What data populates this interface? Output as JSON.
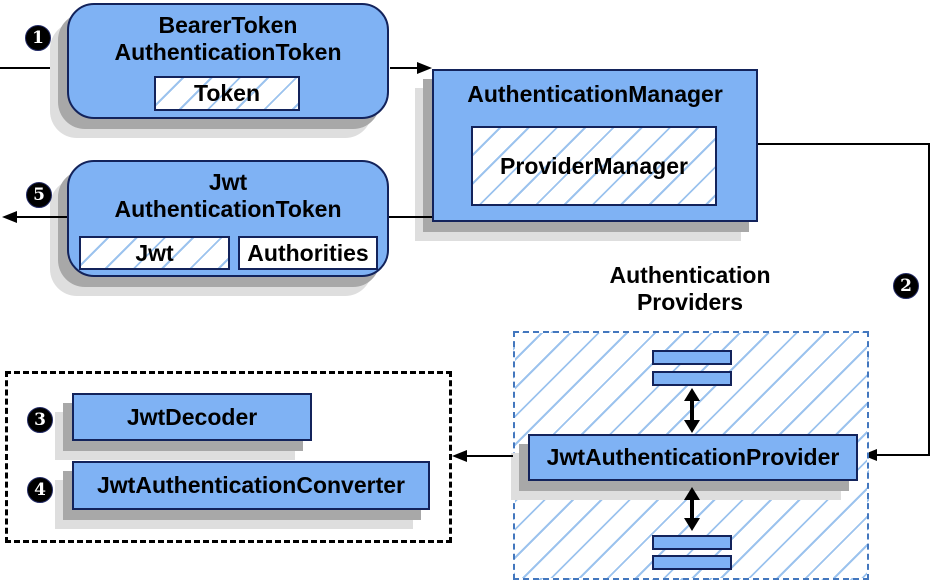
{
  "badges": [
    "1",
    "2",
    "3",
    "4",
    "5"
  ],
  "nodes": {
    "bearer": {
      "line1": "BearerToken",
      "line2": "AuthenticationToken",
      "token": "Token"
    },
    "manager": {
      "title": "AuthenticationManager",
      "inner": "ProviderManager"
    },
    "jwt": {
      "line1": "Jwt",
      "line2": "AuthenticationToken",
      "jwt": "Jwt",
      "authorities": "Authorities"
    },
    "providers": {
      "heading1": "Authentication",
      "heading2": "Providers",
      "provider": "JwtAuthenticationProvider"
    },
    "decoder_group": {
      "decoder": "JwtDecoder",
      "converter": "JwtAuthenticationConverter"
    }
  },
  "colors": {
    "node_fill": "#7FB2F4",
    "node_border": "#13235B",
    "hatch_line": "#9CC3EE",
    "dashed_blue_border": "#4377BE",
    "dashed_black_border": "#000000",
    "line": "#000000",
    "shadow_dark": "#A8A8A8",
    "shadow_light": "#DEDEDE",
    "badge_bg": "#000000",
    "badge_text": "#FFFFFF"
  }
}
